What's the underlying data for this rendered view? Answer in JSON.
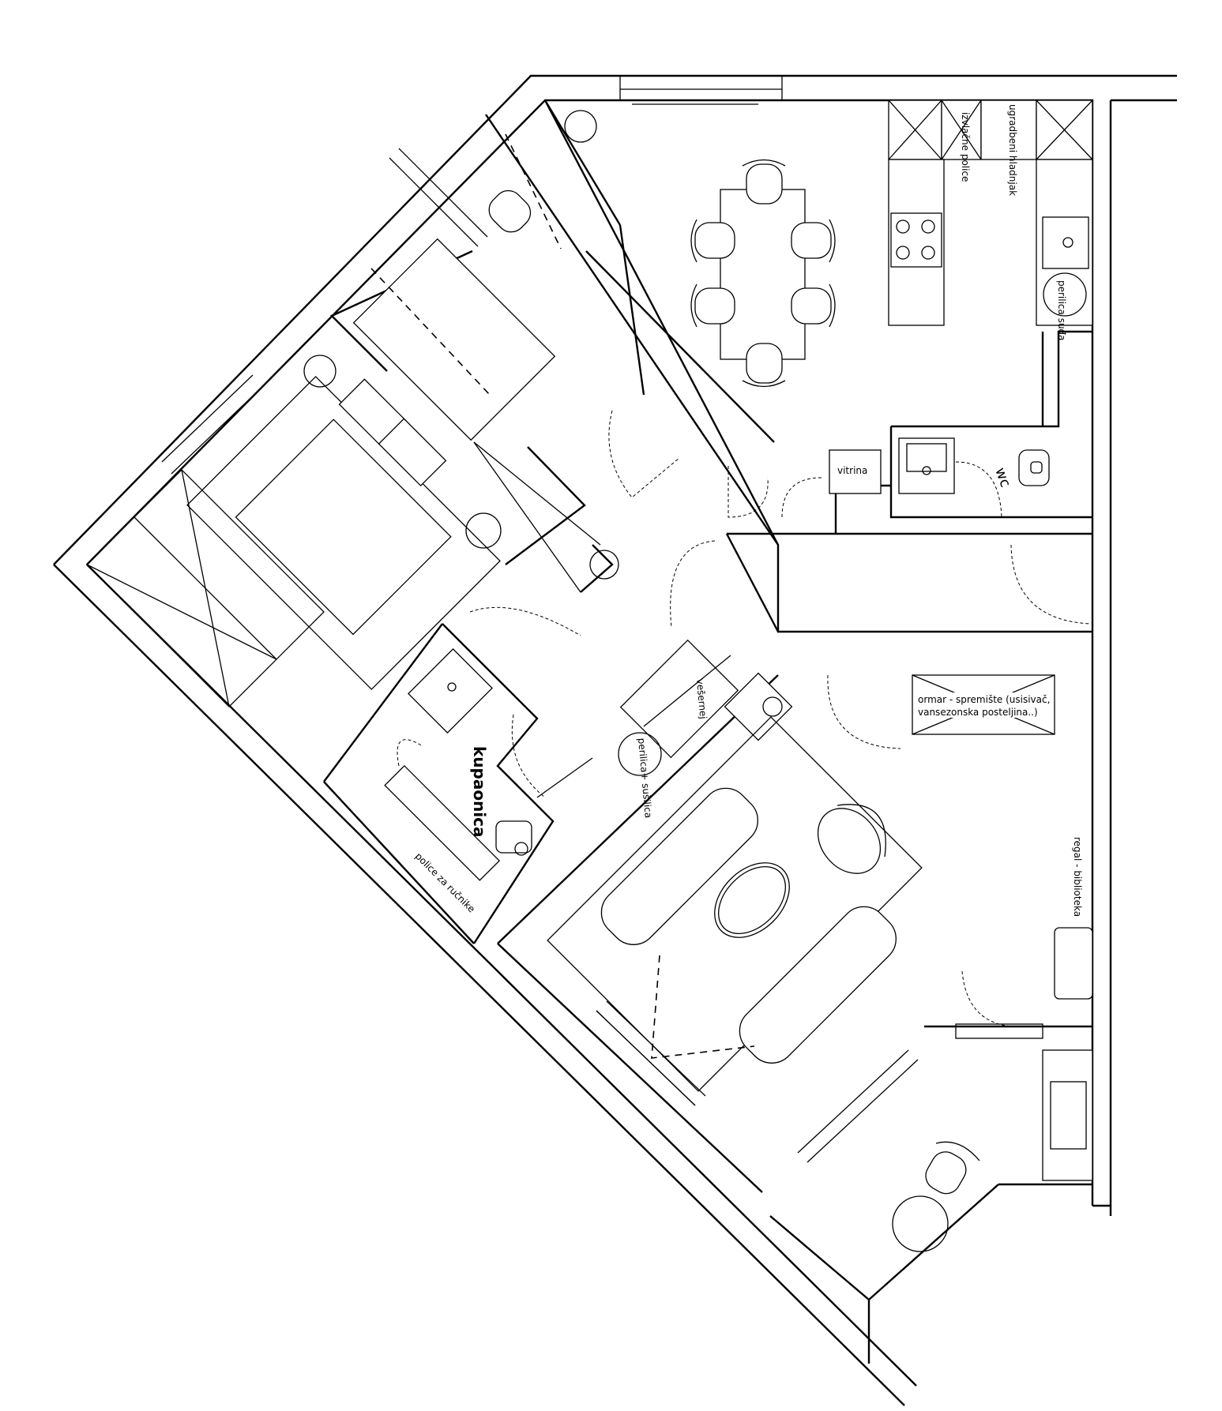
{
  "labels": {
    "ugradbeni_hladnjak": "ugradbeni hladnjak",
    "izvlacne_police": "izvlačne police",
    "perilica_suda": "perilica suđa",
    "vitrina": "vitrina",
    "wc": "wc",
    "vesernej": "vešernej",
    "perilica_susilica": "perilica+ sušilica",
    "ormar_line1": "ormar - spremište (usisivač,",
    "ormar_line2": "vansezonska posteljina..)",
    "kupaonica": "kupaonica",
    "police_za_rucnike": "police za ručnike",
    "regal_biblioteka": "regal - biblioteka"
  },
  "colors": {
    "line": "#000000",
    "paper": "#ffffff"
  }
}
